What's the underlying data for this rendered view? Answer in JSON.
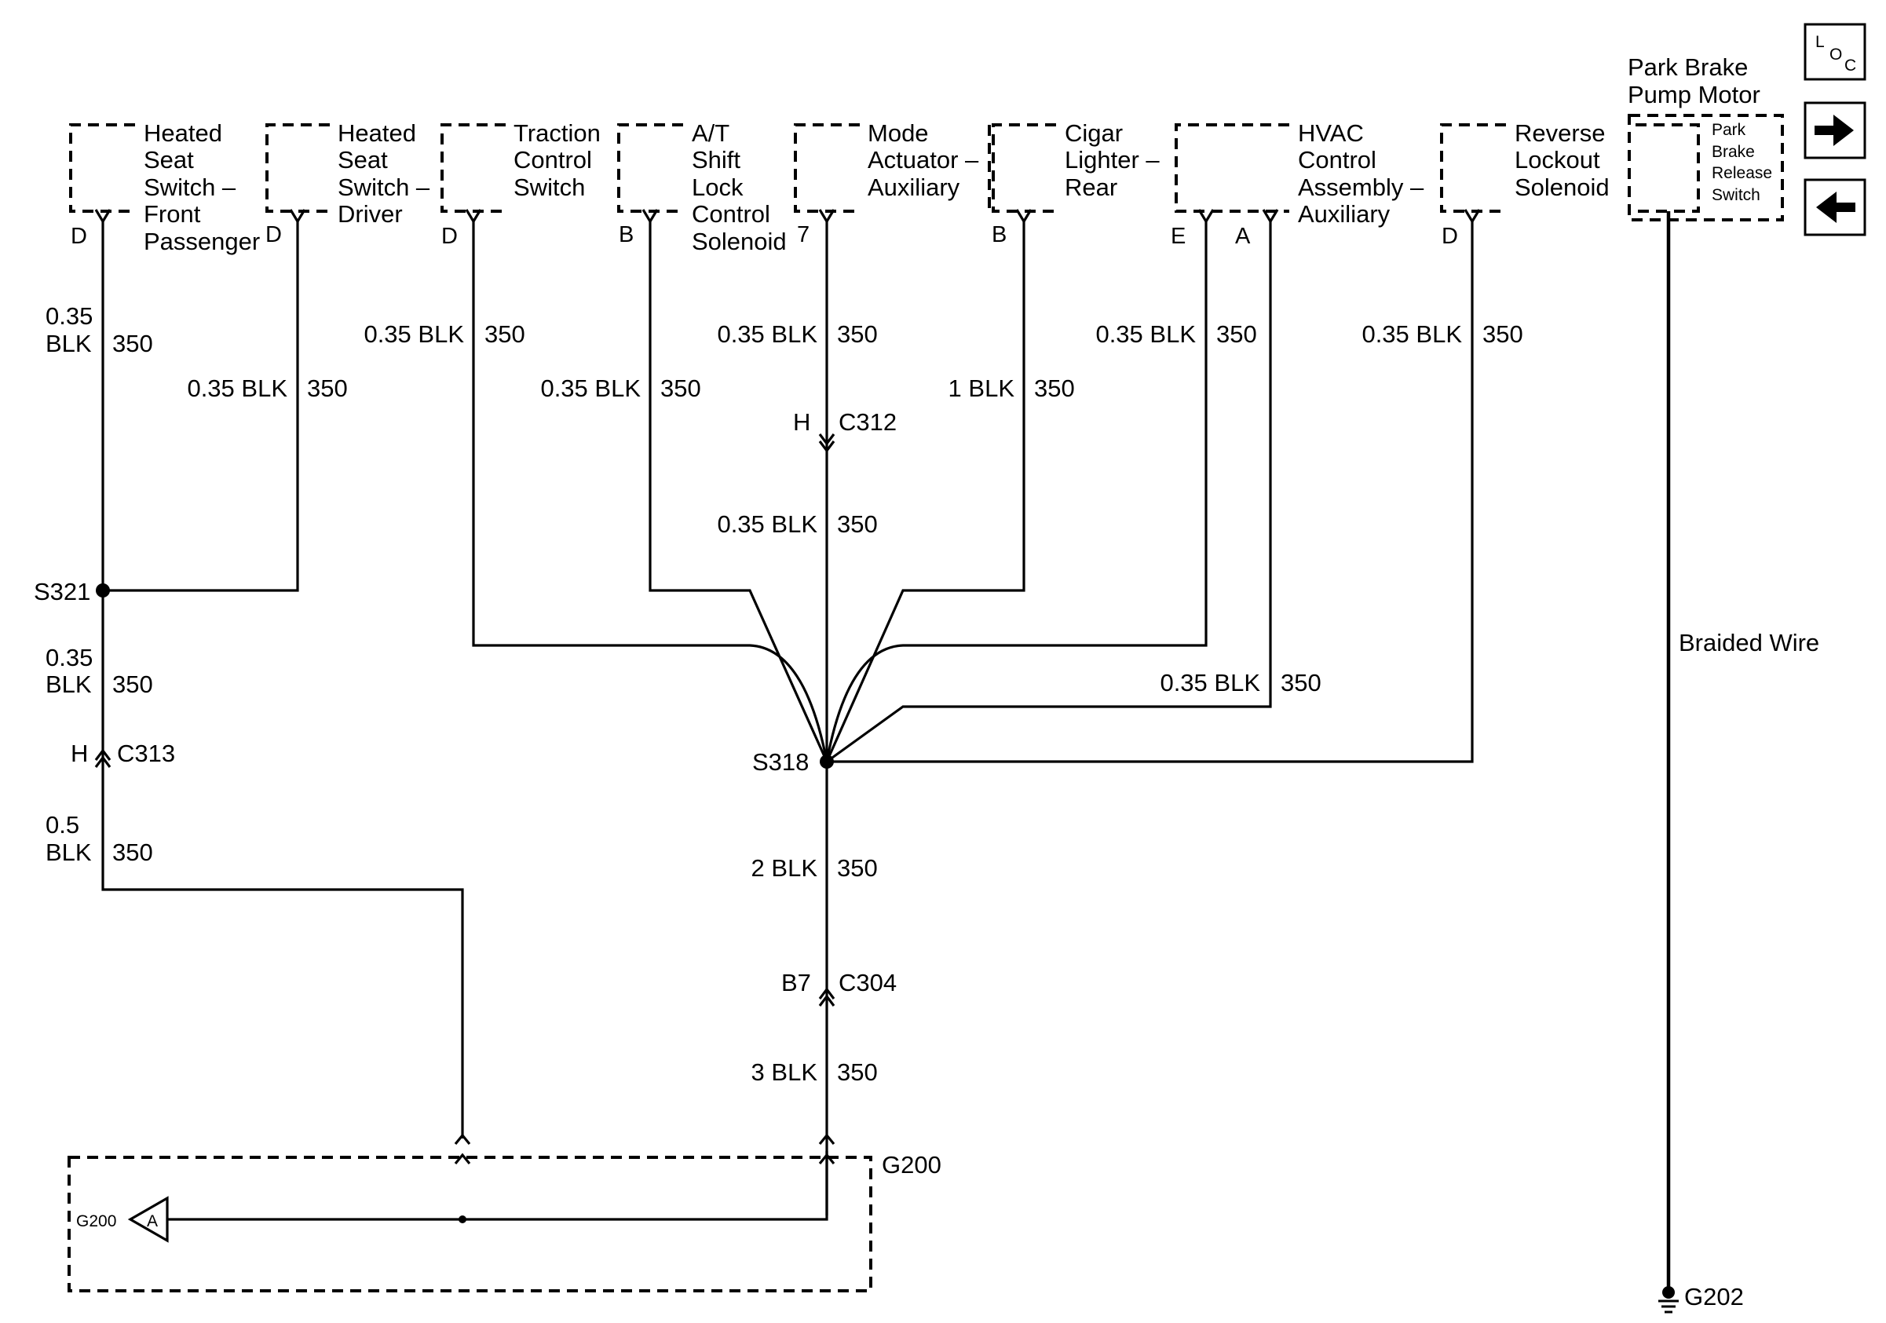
{
  "components": {
    "heated_seat_front_passenger": {
      "lines": [
        "Heated",
        "Seat",
        "Switch –",
        "Front",
        "Passenger"
      ],
      "pin": "D"
    },
    "heated_seat_driver": {
      "lines": [
        "Heated",
        "Seat",
        "Switch –",
        "Driver"
      ],
      "pin": "D"
    },
    "traction_control_switch": {
      "lines": [
        "Traction",
        "Control",
        "Switch"
      ],
      "pin": "D"
    },
    "at_shift_lock": {
      "lines": [
        "A/T",
        "Shift",
        "Lock",
        "Control",
        "Solenoid"
      ],
      "pin": "B"
    },
    "mode_actuator": {
      "lines": [
        "Mode",
        "Actuator –",
        "Auxiliary"
      ],
      "pin": "7"
    },
    "cigar_lighter": {
      "lines": [
        "Cigar",
        "Lighter –",
        "Rear"
      ],
      "pin": "B"
    },
    "hvac_control": {
      "lines": [
        "HVAC",
        "Control",
        "Assembly –",
        "Auxiliary"
      ],
      "pin_e": "E",
      "pin_a": "A"
    },
    "reverse_lockout": {
      "lines": [
        "Reverse",
        "Lockout",
        "Solenoid"
      ],
      "pin": "D"
    },
    "park_brake_motor": {
      "title_lines": [
        "Park Brake",
        "Pump Motor"
      ],
      "inner_lines": [
        "Park",
        "Brake",
        "Release",
        "Switch"
      ]
    }
  },
  "wires": {
    "w1_gauge_lines": [
      "0.35",
      "BLK"
    ],
    "w1_circuit": "350",
    "w2_label": "0.35 BLK",
    "w2_circuit": "350",
    "w3_label": "0.35 BLK",
    "w3_circuit": "350",
    "w4_label": "0.35 BLK",
    "w4_circuit": "350",
    "w5_label": "0.35 BLK",
    "w5_circuit": "350",
    "w5b_label": "0.35 BLK",
    "w5b_circuit": "350",
    "w6_label": "1 BLK",
    "w6_circuit": "350",
    "w7_label": "0.35 BLK",
    "w7_circuit": "350",
    "w8_label": "0.35 BLK",
    "w8_circuit": "350",
    "w9_label": "0.35 BLK",
    "w9_circuit": "350",
    "w10_gauge_lines": [
      "0.35",
      "BLK"
    ],
    "w10_circuit": "350",
    "w11_gauge_lines": [
      "0.5",
      "BLK"
    ],
    "w11_circuit": "350",
    "w12_label": "2 BLK",
    "w12_circuit": "350",
    "w13_label": "3 BLK",
    "w13_circuit": "350",
    "braided": "Braided Wire"
  },
  "connectors": {
    "c312_pin": "H",
    "c312": "C312",
    "c313_pin": "H",
    "c313": "C313",
    "c304_pin": "B7",
    "c304": "C304"
  },
  "splices": {
    "s321": "S321",
    "s318": "S318"
  },
  "grounds": {
    "g200": "G200",
    "g200_ref": "G200",
    "g200_ref_letter": "A",
    "g202": "G202"
  },
  "nav": {
    "loc": [
      "L",
      "O",
      "C"
    ],
    "next_icon": "right-arrow",
    "prev_icon": "left-arrow"
  }
}
